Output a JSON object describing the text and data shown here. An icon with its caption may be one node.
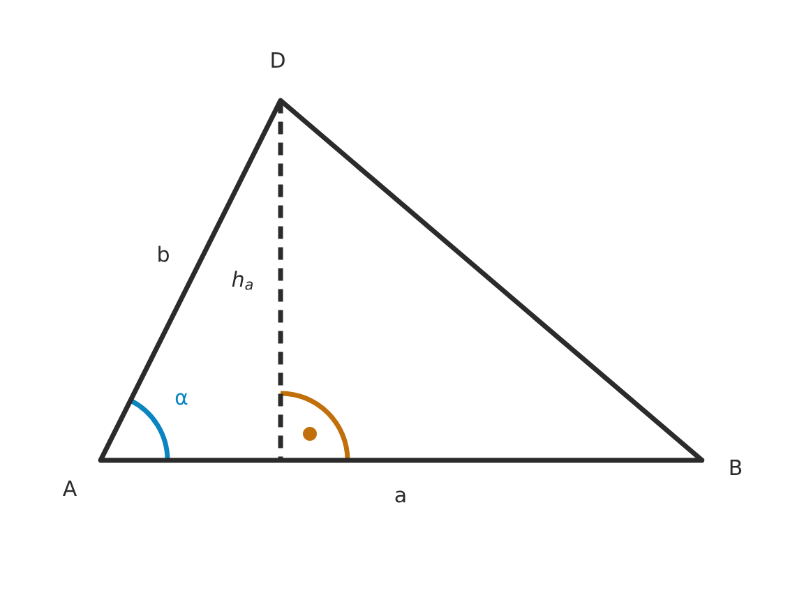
{
  "diagram": {
    "nodes": [
      {
        "text": [
          "A"
        ]
      },
      {
        "text": [
          "B"
        ]
      },
      {
        "text": [
          "D"
        ]
      },
      {
        "text": [],
        "shape": "circle"
      }
    ],
    "edges": [
      {
        "from": 0,
        "to": 1,
        "arrow": "none",
        "label": "a"
      },
      {
        "from": 0,
        "to": 2,
        "arrow": "none",
        "label": "b"
      },
      {
        "from": 2,
        "to": 1,
        "arrow": "none"
      },
      {
        "from": 2,
        "to": 3,
        "arrow": "none",
        "style": "dashed",
        "label": "h$_{a}$"
      }
    ],
    "labels": [
      "α"
    ]
  }
}
